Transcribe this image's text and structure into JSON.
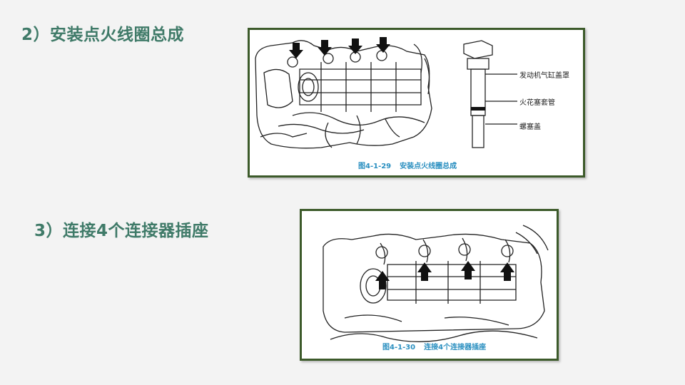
{
  "sections": [
    {
      "heading": "2）安装点火线圈总成",
      "figure": {
        "caption_number": "图4-1-29",
        "caption_text": "安装点火线圈总成",
        "callouts": [
          "发动机气缸盖罩",
          "火花塞套管",
          "螺塞盖"
        ]
      }
    },
    {
      "heading": "3）连接4个连接器插座",
      "figure": {
        "caption_number": "图4-1-30",
        "caption_text": "连接4个连接器插座"
      }
    }
  ],
  "colors": {
    "heading": "#3f7a68",
    "frame": "#3c5a2a",
    "caption": "#2a8fc0",
    "background": "#f3f3f3"
  }
}
